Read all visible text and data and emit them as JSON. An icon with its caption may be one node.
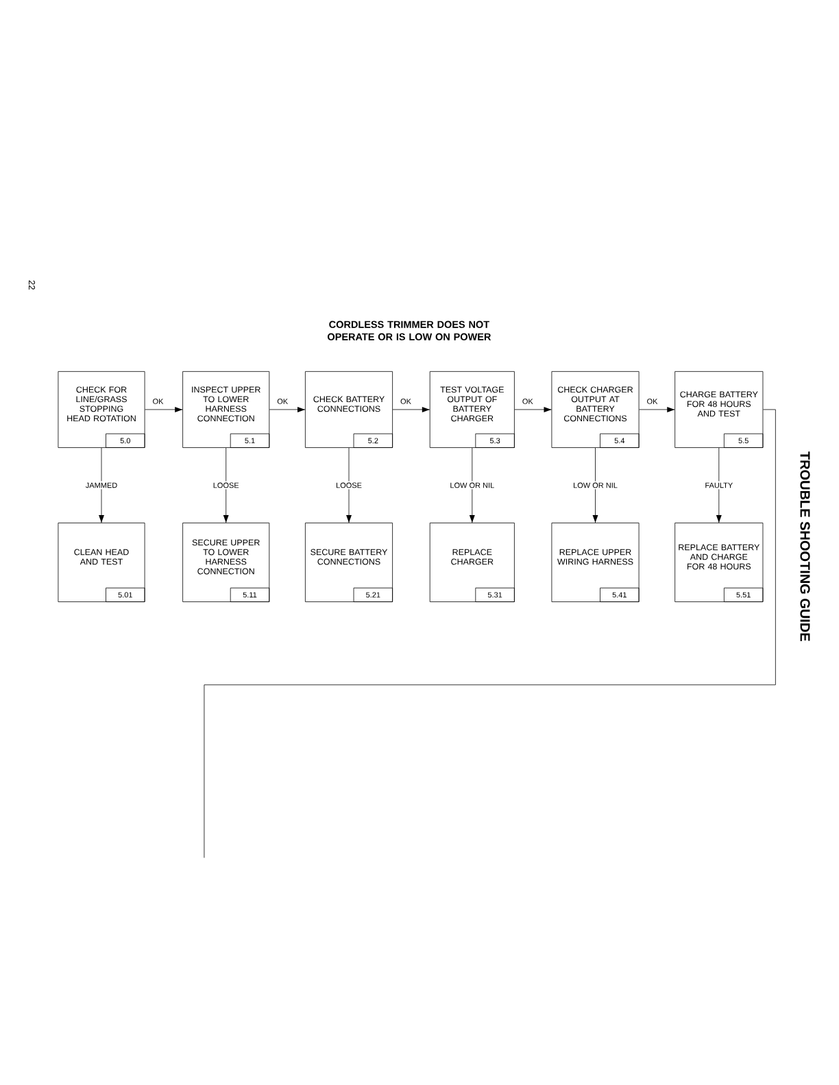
{
  "diagram": {
    "title": "CORDLESS TRIMMER DOES NOT OPERATE OR IS LOW ON POWER",
    "nodes": [
      {
        "text": [
          "CHECK FOR LINE/GRASS STOPPING HEAD ROTATION",
          "5.0"
        ]
      },
      {
        "text": [
          "INSPECT UPPER TO LOWER HARNESS CONNECTION",
          "5.1"
        ]
      },
      {
        "text": [
          "CHECK BATTERY CONNECTIONS",
          "5.2"
        ]
      },
      {
        "text": [
          "TEST VOLTAGE OUTPUT OF BATTERY CHARGER",
          "5.3"
        ]
      },
      {
        "text": [
          "CHECK CHARGER OUTPUT AT BATTERY CONNECTIONS",
          "5.4"
        ]
      },
      {
        "text": [
          "CHARGE BATTERY FOR 48 HOURS AND TEST",
          "5.5"
        ]
      },
      {
        "text": [
          "CLEAN HEAD AND TEST",
          "5.01"
        ]
      },
      {
        "text": [
          "SECURE UPPER TO LOWER HARNESS CONNECTION",
          "5.11"
        ]
      },
      {
        "text": [
          "SECURE BATTERY CONNECTIONS",
          "5.21"
        ]
      },
      {
        "text": [
          "REPLACE CHARGER",
          "5.31"
        ]
      },
      {
        "text": [
          "REPLACE UPPER WIRING HARNESS",
          "5.41"
        ]
      },
      {
        "text": [
          "REPLACE BATTERY AND CHARGE FOR 48 HOURS",
          "5.51"
        ]
      }
    ],
    "edges": [
      {
        "from": 0,
        "to": 1,
        "arrow": "to",
        "label": "OK"
      },
      {
        "from": 1,
        "to": 2,
        "arrow": "to",
        "label": "OK"
      },
      {
        "from": 2,
        "to": 3,
        "arrow": "to",
        "label": "OK"
      },
      {
        "from": 3,
        "to": 4,
        "arrow": "to",
        "label": "OK"
      },
      {
        "from": 4,
        "to": 5,
        "arrow": "to",
        "label": "OK"
      },
      {
        "from": 0,
        "to": 6,
        "arrow": "to",
        "label": "JAMMED"
      },
      {
        "from": 1,
        "to": 7,
        "arrow": "to",
        "label": "LOOSE"
      },
      {
        "from": 2,
        "to": 8,
        "arrow": "to",
        "label": "LOOSE"
      },
      {
        "from": 3,
        "to": 9,
        "arrow": "to",
        "label": "LOW OR NIL"
      },
      {
        "from": 4,
        "to": 10,
        "arrow": "to",
        "label": "LOW OR NIL"
      },
      {
        "from": 5,
        "to": 11,
        "arrow": "to",
        "label": "FAULTY"
      },
      {
        "from": 5,
        "to": null,
        "arrow": "none"
      }
    ],
    "labels": [
      "22",
      "TROUBLE SHOOTING GUIDE"
    ]
  }
}
